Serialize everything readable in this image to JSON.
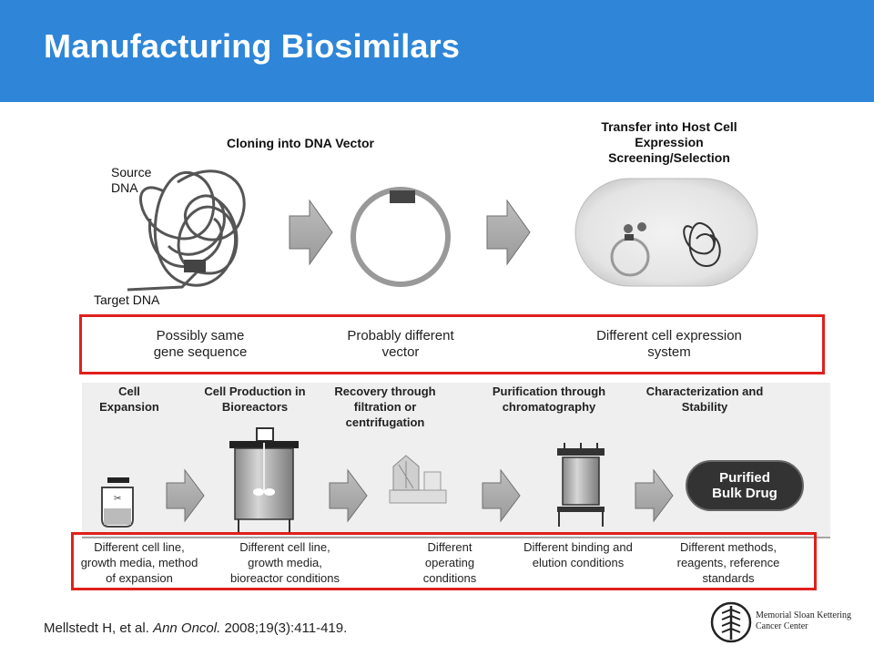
{
  "slide": {
    "title": "Manufacturing Biosimilars"
  },
  "top_row": {
    "source_dna_label": "Source\nDNA",
    "target_dna_label": "Target DNA",
    "cloning_label": "Cloning into DNA Vector",
    "transfer_label": "Transfer into Host Cell\nExpression\nScreening/Selection"
  },
  "upper_differences": [
    "Possibly same\ngene sequence",
    "Probably different\nvector",
    "Different cell expression\nsystem"
  ],
  "process_steps": [
    "Cell\nExpansion",
    "Cell Production in\nBioreactors",
    "Recovery through\nfiltration or\ncentrifugation",
    "Purification through\nchromatography",
    "Characterization and\nStability"
  ],
  "final_product_label": "Purified\nBulk Drug",
  "lower_differences": [
    "Different cell line,\ngrowth media, method\nof expansion",
    "Different cell line,\ngrowth media,\nbioreactor conditions",
    "Different\noperating\nconditions",
    "Different binding and\nelution conditions",
    "Different methods,\nreagents, reference\nstandards"
  ],
  "citation": {
    "authors": "Mellstedt H, et al.",
    "journal": "Ann Oncol.",
    "details": "2008;19(3):411-419."
  },
  "logo": {
    "line1": "Memorial Sloan Kettering",
    "line2": "Cancer Center"
  },
  "colors": {
    "header": "#2f86d8",
    "highlight_box": "#e0201c"
  }
}
